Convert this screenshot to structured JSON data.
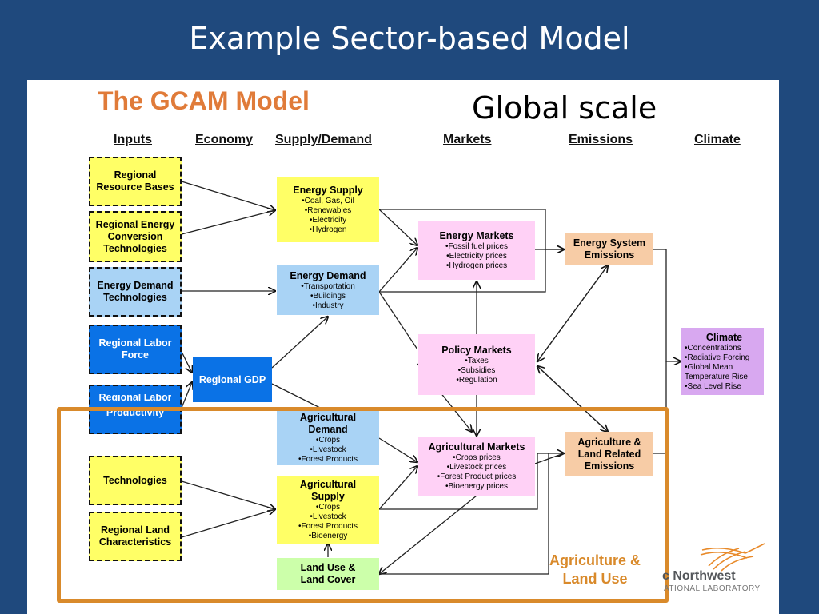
{
  "slide": {
    "title": "Example Sector-based Model"
  },
  "diagram": {
    "title": "The GCAM Model",
    "scale_label": "Global scale",
    "columns": {
      "inputs": "Inputs",
      "economy": "Economy",
      "supply_demand": "Supply/Demand",
      "markets": "Markets",
      "emissions": "Emissions",
      "climate": "Climate"
    },
    "inputs": {
      "regional_resource_bases": "Regional Resource Bases",
      "regional_energy_conversion": "Regional Energy Conversion Technologies",
      "energy_demand_technologies": "Energy Demand Technologies",
      "regional_labor_force": "Regional Labor Force",
      "regional_labor_productivity_top": "Regional Labor",
      "regional_labor_productivity": "Productivity",
      "technologies": "Technologies",
      "regional_land_characteristics": "Regional Land Characteristics"
    },
    "economy": {
      "regional_gdp": "Regional GDP"
    },
    "energy_supply": {
      "title": "Energy Supply",
      "items": [
        "•Coal, Gas, Oil",
        "•Renewables",
        "•Electricity",
        "•Hydrogen"
      ]
    },
    "energy_demand": {
      "title": "Energy Demand",
      "items": [
        "•Transportation",
        "•Buildings",
        "•Industry"
      ]
    },
    "ag_demand": {
      "title": "Agricultural Demand",
      "items": [
        "•Crops",
        "•Livestock",
        "•Forest Products"
      ]
    },
    "ag_supply": {
      "title": "Agricultural Supply",
      "items": [
        "•Crops",
        "•Livestock",
        "•Forest Products",
        "•Bioenergy"
      ]
    },
    "land_use": {
      "title": "Land Use & Land Cover"
    },
    "energy_markets": {
      "title": "Energy Markets",
      "items": [
        "•Fossil fuel prices",
        "•Electricity prices",
        "•Hydrogen prices"
      ]
    },
    "policy_markets": {
      "title": "Policy Markets",
      "items": [
        "•Taxes",
        "•Subsidies",
        "•Regulation"
      ]
    },
    "ag_markets": {
      "title": "Agricultural Markets",
      "items": [
        "•Crops prices",
        "•Livestock prices",
        "•Forest Product prices",
        "•Bioenergy prices"
      ]
    },
    "energy_emissions": {
      "title": "Energy System Emissions"
    },
    "ag_emissions": {
      "title": "Agriculture & Land Related Emissions"
    },
    "climate": {
      "title": "Climate",
      "items": [
        "•Concentrations",
        "•Radiative Forcing",
        "•Global Mean",
        "Temperature Rise",
        "•Sea Level Rise"
      ]
    },
    "ag_frame_label": "Agriculture & Land Use",
    "lab_name": "c Northwest",
    "lab_sub": "ATIONAL LABORATORY"
  },
  "colors": {
    "background": "#1f497d",
    "accent_orange": "#d98a2b",
    "gcam_title": "#e07b39"
  }
}
